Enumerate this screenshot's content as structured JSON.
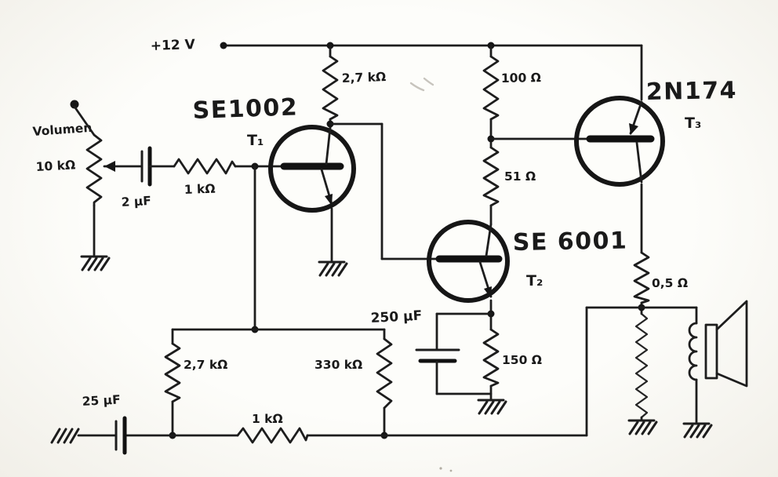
{
  "schematic": {
    "supply_label": "+12 V",
    "volume_label": "Volumen",
    "pot_value": "10 kΩ",
    "input_cap": "2 µF",
    "input_resistor": "1 kΩ",
    "t1_type": "SE1002",
    "t1_ref": "T₁",
    "t1_collector_resistor": "2,7 kΩ",
    "driver_resistor_top": "100 Ω",
    "driver_resistor_bottom": "51 Ω",
    "t2_type": "SE 6001",
    "t2_ref": "T₂",
    "t3_type": "2N174",
    "t3_ref": "T₃",
    "bypass_cap": "250 µF",
    "t2_emitter_resistor": "150 Ω",
    "feedback_resistor_a": "2,7 kΩ",
    "feedback_resistor_b": "330 kΩ",
    "feedback_resistor_c": "1 kΩ",
    "feedback_cap": "25 µF",
    "sense_resistor": "0,5 Ω",
    "ink_color": "#1d1d1d",
    "paper_color": "#fbfaf6"
  }
}
